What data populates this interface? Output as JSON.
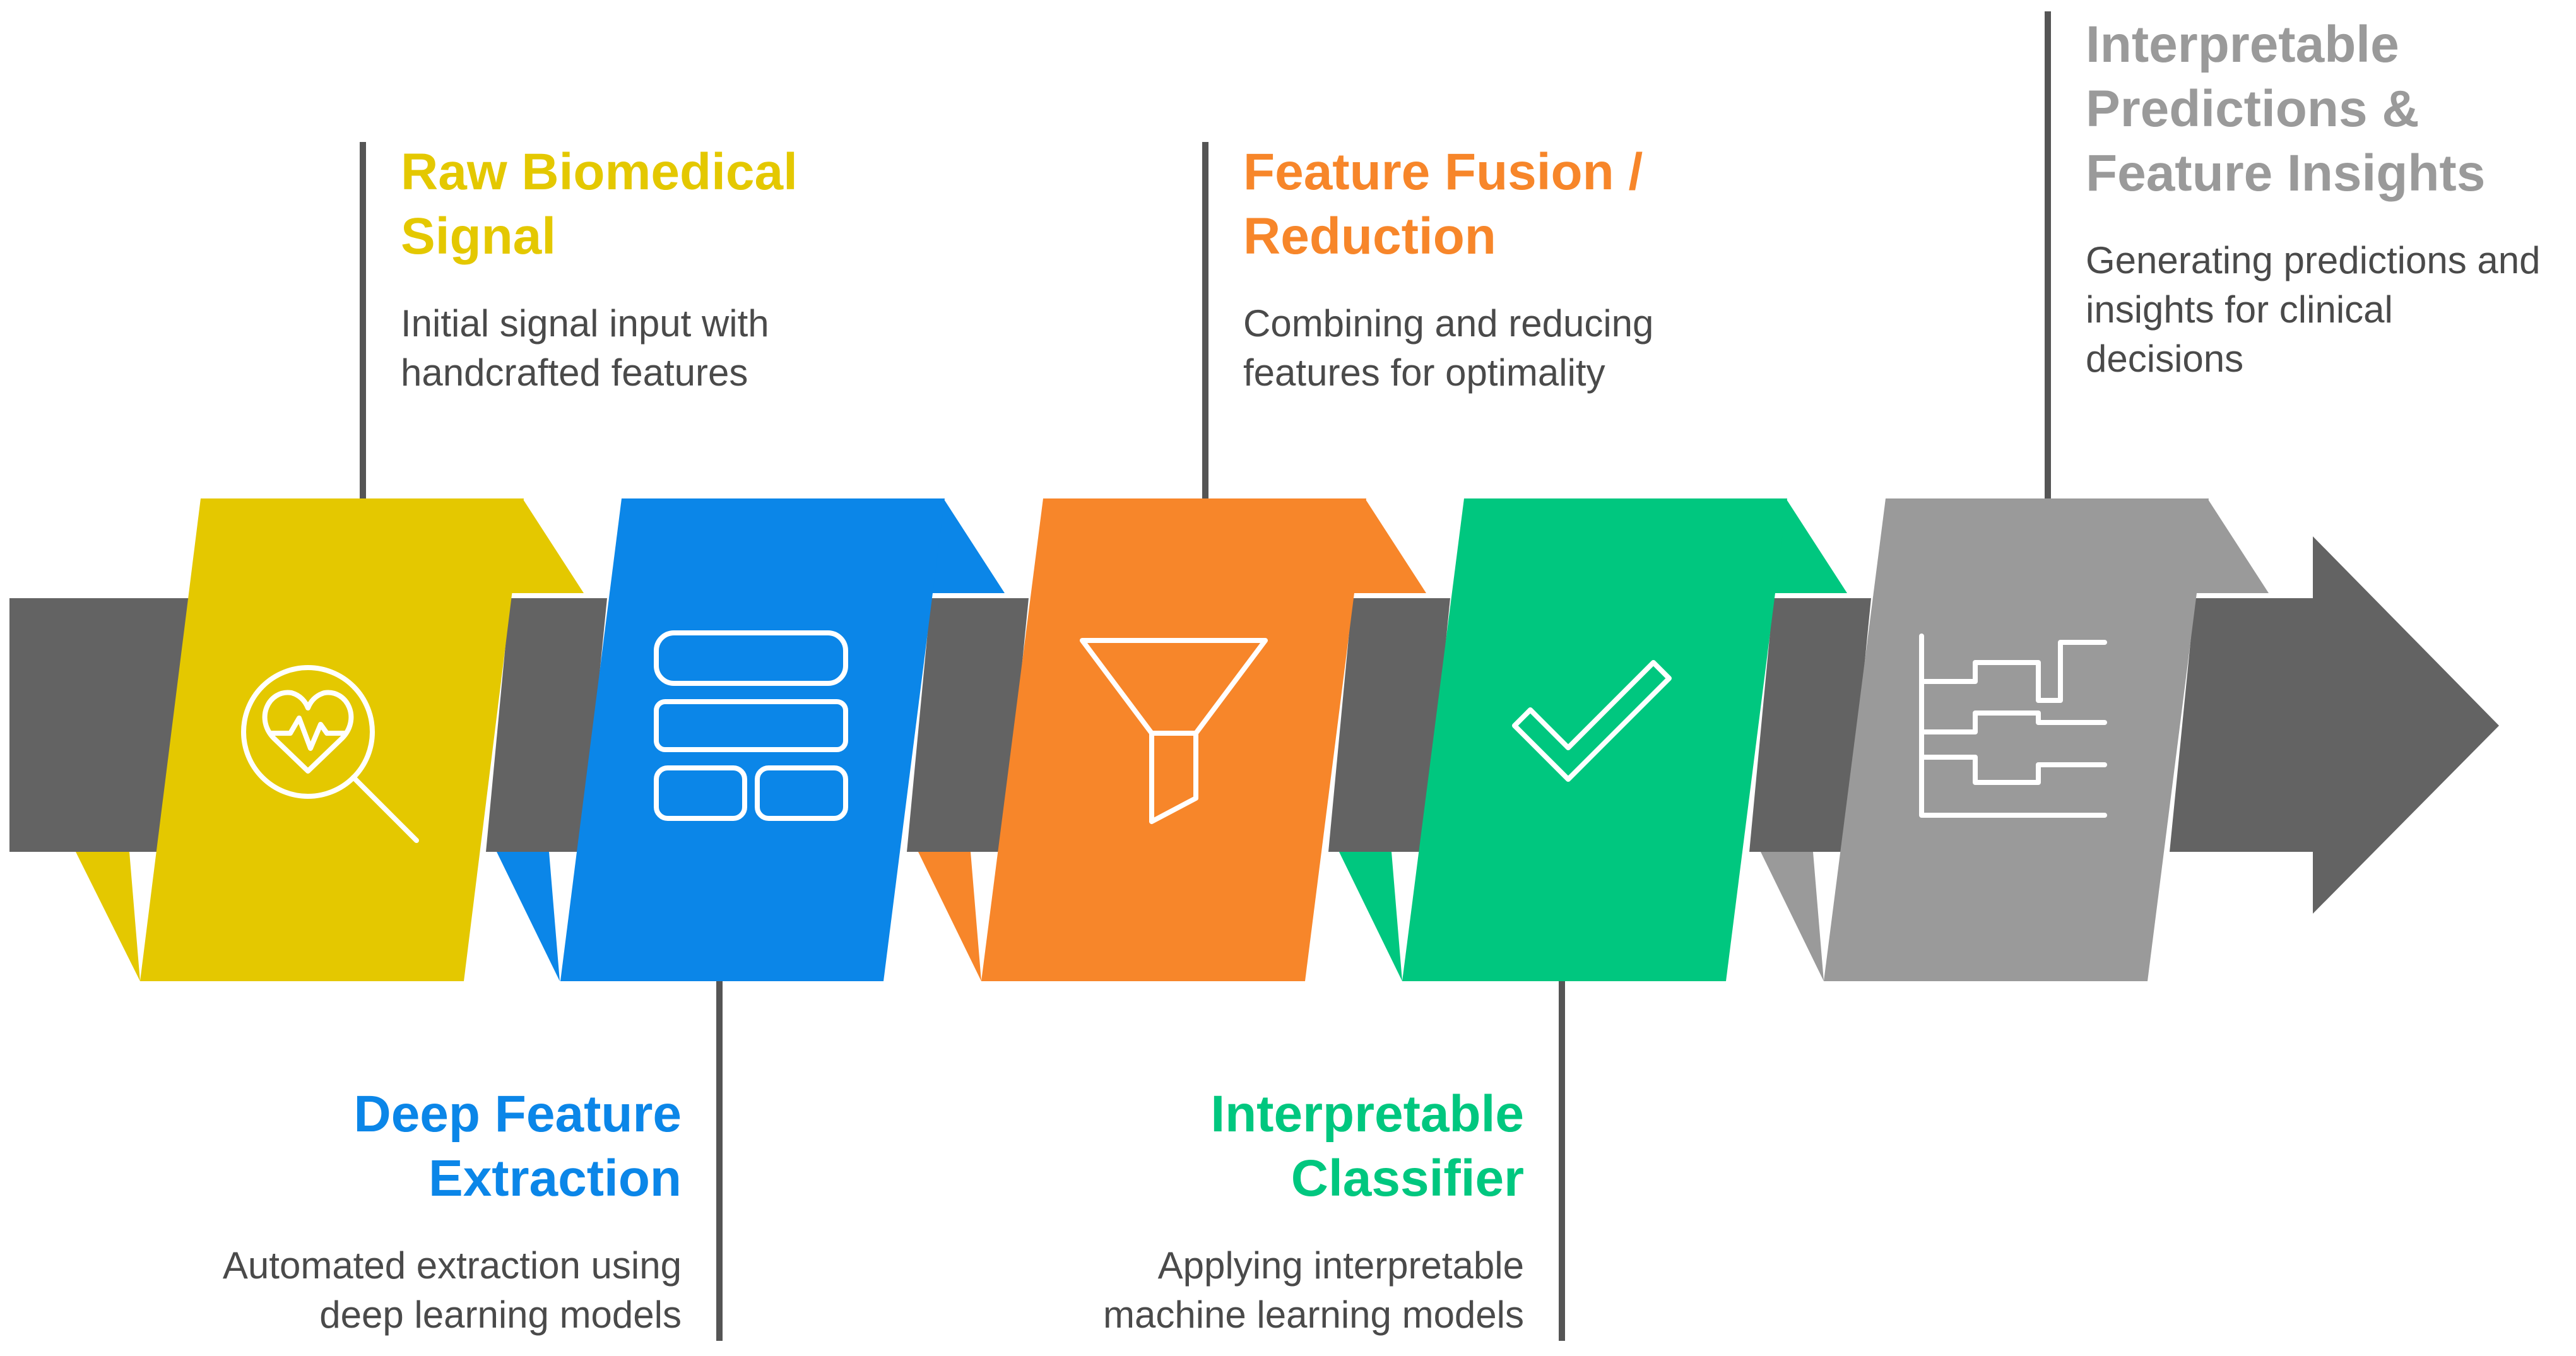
{
  "colors": {
    "yellow": "#E4C800",
    "yellow_fold": "#C9B200",
    "blue": "#0B86E8",
    "blue_fold": "#0B70C4",
    "orange": "#F7862A",
    "orange_fold": "#DE7422",
    "green": "#00C77F",
    "green_fold": "#00A96B",
    "gray": "#9A9A9A",
    "gray_fold": "#858585",
    "band": "#636363",
    "line": "#555555",
    "icon_stroke": "#ffffff"
  },
  "steps": [
    {
      "title": "Raw Biomedical Signal",
      "title_lines": [
        "Raw Biomedical",
        "Signal"
      ],
      "description_lines": [
        "Initial signal input with",
        "handcrafted features"
      ],
      "icon": "heart-search-icon",
      "color_key": "yellow"
    },
    {
      "title": "Deep Feature Extraction",
      "title_lines": [
        "Deep Feature",
        "Extraction"
      ],
      "description_lines": [
        "Automated extraction using",
        "deep learning models"
      ],
      "icon": "layout-grid-icon",
      "color_key": "blue"
    },
    {
      "title": "Feature Fusion / Reduction",
      "title_lines": [
        "Feature Fusion /",
        "Reduction"
      ],
      "description_lines": [
        "Combining and reducing",
        "features for optimality"
      ],
      "icon": "funnel-icon",
      "color_key": "orange"
    },
    {
      "title": "Interpretable Classifier",
      "title_lines": [
        "Interpretable",
        "Classifier"
      ],
      "description_lines": [
        "Applying interpretable",
        "machine learning models"
      ],
      "icon": "checkmark-icon",
      "color_key": "green"
    },
    {
      "title": "Interpretable Predictions & Feature Insights",
      "title_lines": [
        "Interpretable",
        "Predictions &",
        "Feature Insights"
      ],
      "description_lines": [
        "Generating predictions and",
        "insights for clinical",
        "decisions"
      ],
      "icon": "step-chart-icon",
      "color_key": "gray"
    }
  ]
}
